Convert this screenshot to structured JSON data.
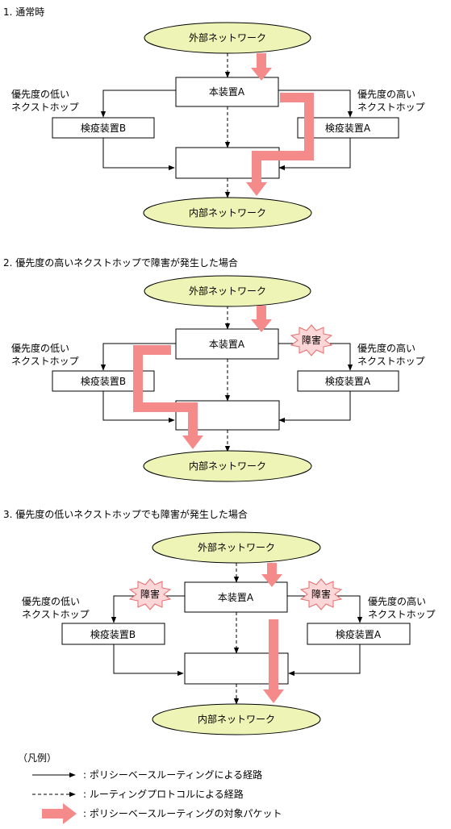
{
  "sections": [
    {
      "title": "1. 通常時",
      "external": "外部ネットワーク",
      "device": "本装置A",
      "internal": "内部ネットワーク",
      "low_label_1": "優先度の低い",
      "low_label_2": "ネクストホップ",
      "high_label_1": "優先度の高い",
      "high_label_2": "ネクストホップ",
      "quarantine_b": "検疫装置B",
      "quarantine_a": "検疫装置A"
    },
    {
      "title": "2. 優先度の高いネクストホップで障害が発生した場合",
      "external": "外部ネットワーク",
      "device": "本装置A",
      "internal": "内部ネットワーク",
      "low_label_1": "優先度の低い",
      "low_label_2": "ネクストホップ",
      "high_label_1": "優先度の高い",
      "high_label_2": "ネクストホップ",
      "quarantine_b": "検疫装置B",
      "quarantine_a": "検疫装置A",
      "fault": "障害"
    },
    {
      "title": "3. 優先度の低いネクストホップでも障害が発生した場合",
      "external": "外部ネットワーク",
      "device": "本装置A",
      "internal": "内部ネットワーク",
      "low_label_1": "優先度の低い",
      "low_label_2": "ネクストホップ",
      "high_label_1": "優先度の高い",
      "high_label_2": "ネクストホップ",
      "quarantine_b": "検疫装置B",
      "quarantine_a": "検疫装置A",
      "fault_left": "障害",
      "fault_right": "障害"
    }
  ],
  "legend": {
    "title": "（凡例）",
    "items": [
      ": ポリシーベースルーティングによる経路",
      ": ルーティングプロトコルによる経路",
      ": ポリシーベースルーティングの対象パケット"
    ]
  },
  "colors": {
    "packet": "#f58a8a",
    "network_fill": "#eef3b6",
    "fault_fill": "#fdd7d7"
  }
}
